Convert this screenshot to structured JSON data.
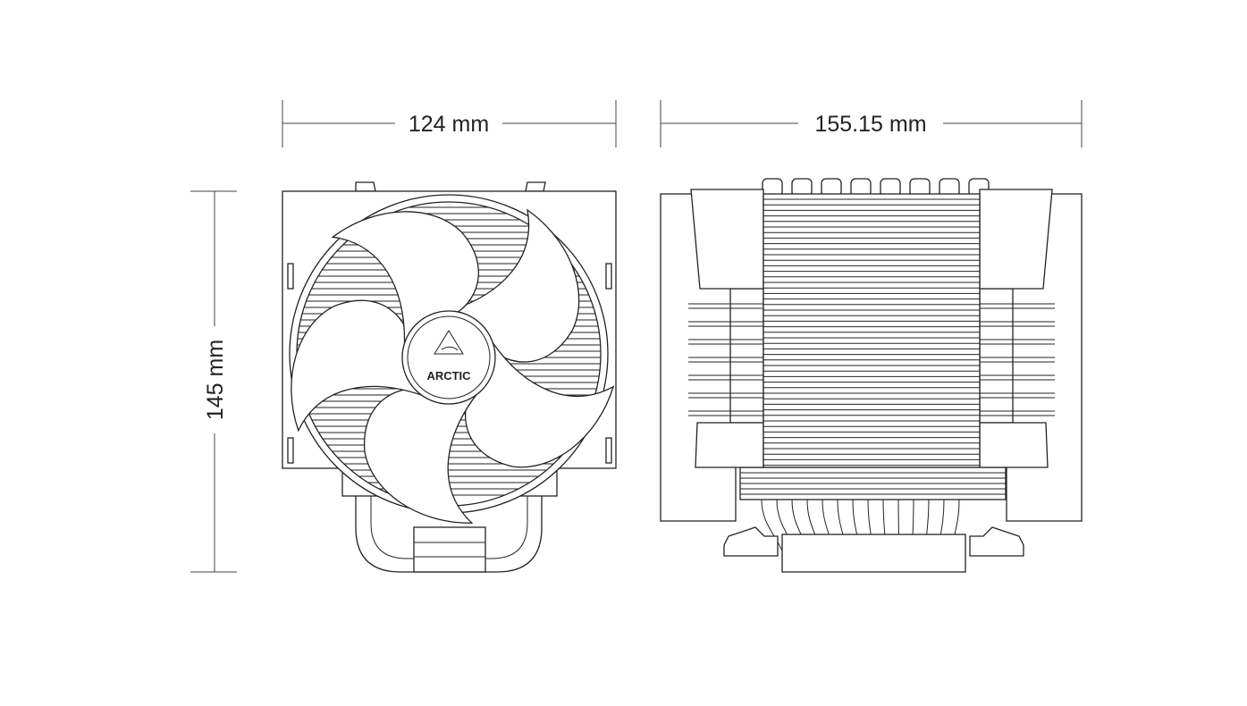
{
  "dimensions": {
    "width_front": "124 mm",
    "width_side": "155.15 mm",
    "height": "145 mm"
  },
  "logo": {
    "text": "ARCTIC"
  },
  "colors": {
    "line": "#222222",
    "background": "#ffffff"
  }
}
